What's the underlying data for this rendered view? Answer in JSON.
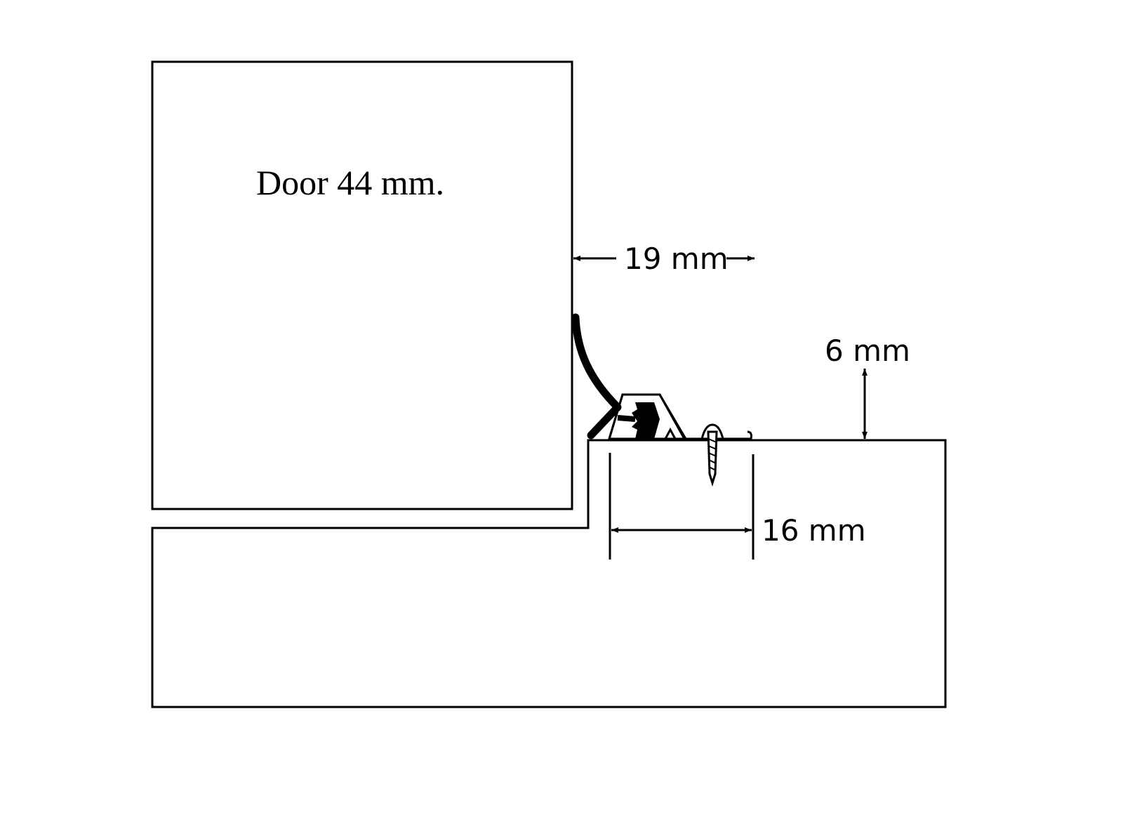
{
  "door_label": "Door 44 mm.",
  "dimensions": {
    "width_19": "19 mm",
    "height_6": "6 mm",
    "width_16": "16 mm"
  },
  "colors": {
    "line": "#000000",
    "background": "#ffffff"
  }
}
